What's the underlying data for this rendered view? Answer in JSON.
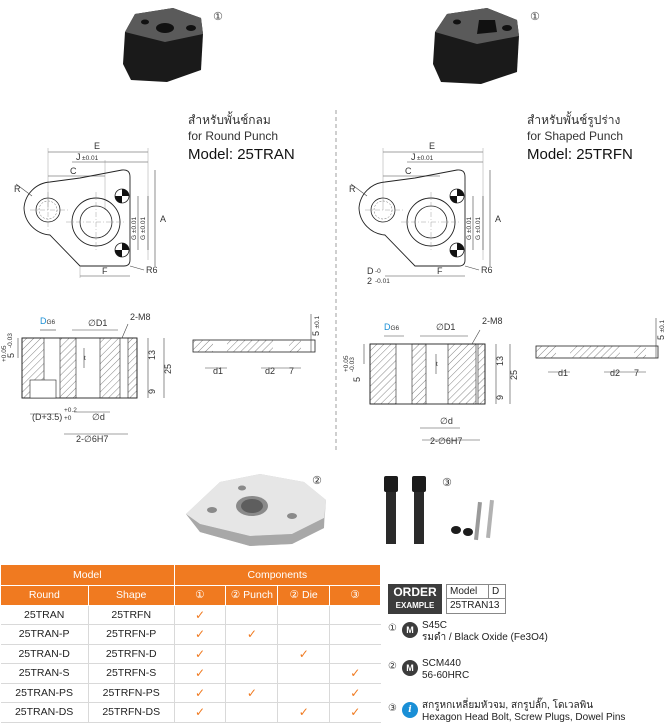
{
  "products": {
    "left": {
      "marker": "①",
      "title_th": "สำหรับพั้นช์กลม",
      "title_en": "for Round Punch",
      "model": "Model: 25TRAN",
      "dims": {
        "E": "E",
        "J": "J",
        "J_tol": "±0.01",
        "C": "C",
        "R": "R",
        "A": "A",
        "G1": "G",
        "G_tol": "±0.01",
        "G2": "G",
        "F": "F",
        "R6": "R6",
        "Dg6": "D",
        "g6": "G6",
        "D1": "∅D1",
        "M8": "2-M8",
        "t": "t",
        "h13": "13",
        "h25": "25",
        "h9": "9",
        "h5": "5",
        "tol5a": "+0.05",
        "tol5b": "-0.03",
        "D35": "(D+3.5)",
        "tol02a": "+0.2",
        "tol02b": "+0",
        "d": "∅d",
        "H7": "2-∅6H7",
        "d1": "d1",
        "d2": "d2",
        "seven": "7",
        "t5": "5",
        "t5tol": "±0.1"
      }
    },
    "right": {
      "marker": "①",
      "title_th": "สำหรับพั้นช์รูปร่าง",
      "title_en": "for Shaped Punch",
      "model": "Model: 25TRFN",
      "dims": {
        "D": "D",
        "Dtol1": "-0",
        "Dtol2": "-0.01",
        "two": "2"
      }
    },
    "part2_marker": "②",
    "part3_marker": "③"
  },
  "table": {
    "group_model": "Model",
    "group_components": "Components",
    "headers": [
      "Round",
      "Shape",
      "①",
      "② Punch",
      "② Die",
      "③"
    ],
    "rows": [
      {
        "round": "25TRAN",
        "shape": "25TRFN",
        "c": [
          false,
          false,
          false,
          false
        ]
      },
      {
        "round": "25TRAN-P",
        "shape": "25TRFN-P",
        "c": [
          true,
          true,
          false,
          false
        ]
      },
      {
        "round": "25TRAN-D",
        "shape": "25TRFN-D",
        "c": [
          true,
          false,
          true,
          false
        ]
      },
      {
        "round": "25TRAN-S",
        "shape": "25TRFN-S",
        "c": [
          true,
          false,
          false,
          true
        ]
      },
      {
        "round": "25TRAN-PS",
        "shape": "25TRFN-PS",
        "c": [
          true,
          true,
          false,
          true
        ]
      },
      {
        "round": "25TRAN-DS",
        "shape": "25TRFN-DS",
        "c": [
          true,
          false,
          true,
          true
        ]
      }
    ],
    "row1_first_check": true,
    "check_glyph": "✓"
  },
  "order": {
    "l1": "ORDER",
    "l2": "EXAMPLE",
    "h_model": "Model",
    "h_d": "D",
    "example": "25TRAN13"
  },
  "materials": [
    {
      "num": "①",
      "badge": "M",
      "line1": "S45C",
      "line2": "รมดำ / Black Oxide (Fe3O4)"
    },
    {
      "num": "②",
      "badge": "M",
      "line1": "SCM440",
      "line2": "56-60HRC"
    },
    {
      "num": "③",
      "badge": "i",
      "line1": "สกรูหกเหลี่ยมหัวจม, สกรูปลั๊ก, โดเวลพิน",
      "line2": "Hexagon Head Bolt, Screw Plugs, Dowel Pins"
    }
  ],
  "colors": {
    "accent": "#f07a20",
    "dark": "#3c3c3c",
    "info": "#1a8fd6",
    "dim_blue": "#1a8fd6"
  }
}
